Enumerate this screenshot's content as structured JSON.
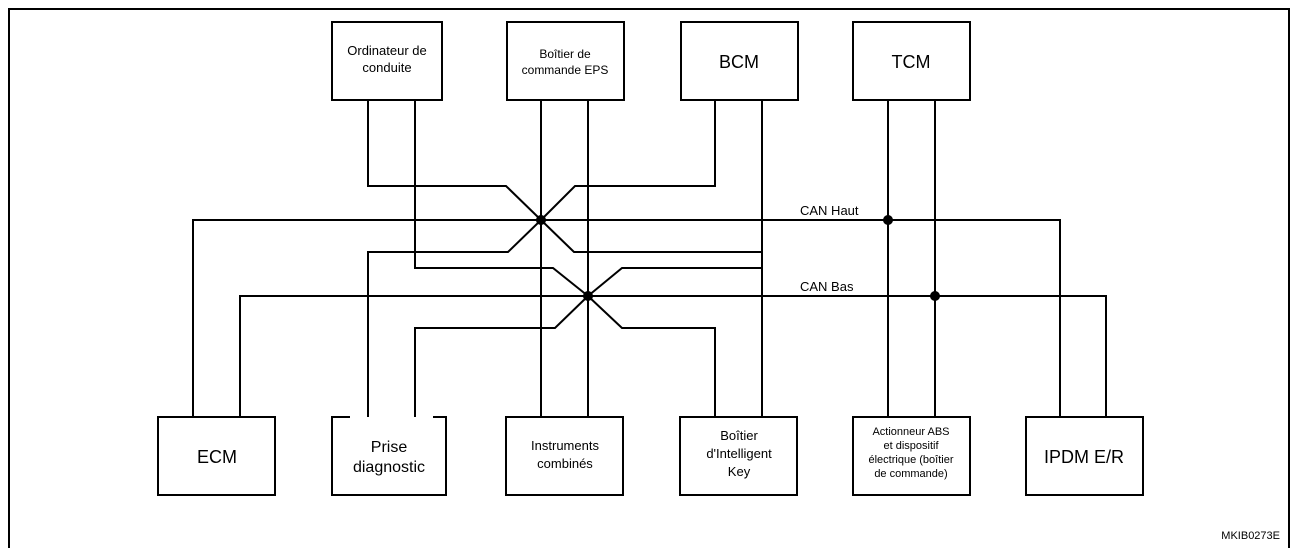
{
  "modules_top": {
    "driving_computer": [
      "Ordinateur de",
      "conduite"
    ],
    "eps_unit": [
      "Boîtier de",
      "commande EPS"
    ],
    "bcm": [
      "BCM"
    ],
    "tcm": [
      "TCM"
    ]
  },
  "modules_bottom": {
    "ecm": [
      "ECM"
    ],
    "diag_socket": [
      "Prise",
      "diagnostic"
    ],
    "instruments": [
      "Instruments",
      "combinés"
    ],
    "intelligent_key": [
      "Boîtier",
      "d'Intelligent",
      "Key"
    ],
    "abs_actuator": [
      "Actionneur ABS",
      "et dispositif",
      "électrique (boîtier",
      "de commande)"
    ],
    "ipdm": [
      "IPDM E/R"
    ]
  },
  "bus": {
    "can_high": "CAN Haut",
    "can_low": "CAN Bas"
  },
  "reference_code": "MKIB0273E"
}
